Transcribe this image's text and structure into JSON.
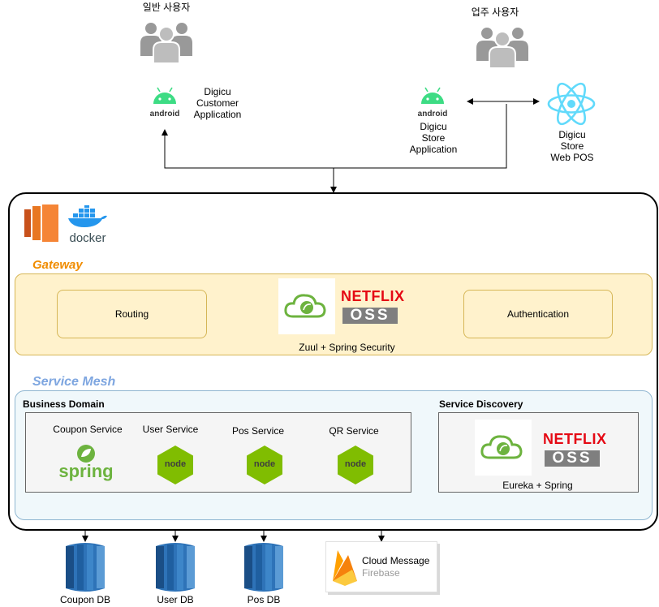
{
  "users": {
    "general_user_label": "일반 사용자",
    "business_user_label": "업주 사용자"
  },
  "clients": {
    "customer_app": "Digicu\nCustomer\nApplication",
    "store_app": "Digicu\nStore\nApplication",
    "web_pos": "Digicu\nStore\nWeb POS",
    "android_wordmark": "android"
  },
  "infra": {
    "docker_wordmark": "docker"
  },
  "gateway": {
    "title": "Gateway",
    "routing": "Routing",
    "authentication": "Authentication",
    "caption": "Zuul + Spring Security",
    "netflix_wordmark": "NETFLIX",
    "oss_wordmark": "OSS"
  },
  "mesh": {
    "title": "Service Mesh",
    "business_domain": "Business Domain",
    "service_discovery": "Service Discovery",
    "services": [
      "Coupon Service",
      "User Service",
      "Pos Service",
      "QR Service"
    ],
    "spring_wordmark": "spring",
    "node_wordmark": "node",
    "discovery_caption": "Eureka + Spring",
    "netflix_wordmark": "NETFLIX",
    "oss_wordmark": "OSS"
  },
  "storage": {
    "dbs": [
      "Coupon DB",
      "User DB",
      "Pos DB"
    ],
    "cloud_message": "Cloud Message",
    "firebase": "Firebase"
  },
  "colors": {
    "gateway_fill": "#fff2cc",
    "gateway_border": "#d6b656",
    "gateway_title": "#f08c00",
    "mesh_fill": "#f0f8fb",
    "mesh_border": "#8fb6d1",
    "mesh_title": "#7ea6e0",
    "panel_fill": "#f5f5f5",
    "panel_border": "#666666",
    "spring_green": "#6db33f",
    "node_green": "#80bd01",
    "android_green": "#3ddc84",
    "react_blue": "#61dafb",
    "netflix_red": "#e50914",
    "db_blue": "#2e73b8",
    "firebase_orange": "#f6820c"
  }
}
